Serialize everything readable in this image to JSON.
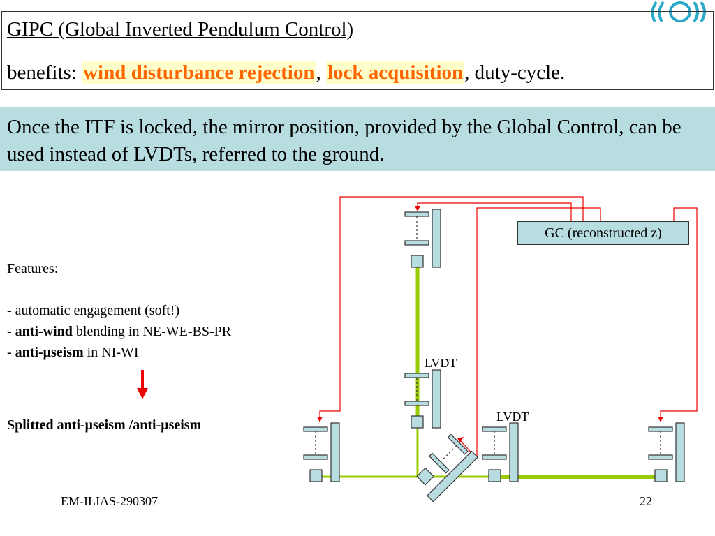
{
  "header": {
    "title": "GIPC (Global Inverted Pendulum Control)",
    "benefits_prefix": "benefits: ",
    "benefit_1": "wind disturbance rejection",
    "sep_1": ", ",
    "benefit_2": "lock acquisition",
    "sep_2": ", ",
    "benefit_3": "duty-cycle."
  },
  "note": "Once the ITF is locked, the mirror position, provided by the Global Control, can be used instead of LVDTs, referred to the ground.",
  "features": {
    "heading": "Features:",
    "item_1": "- automatic engagement (soft!)",
    "item_2_prefix": "- ",
    "item_2_bold": "anti-wind",
    "item_2_rest": " blending in NE-WE-BS-PR",
    "item_3_prefix": "- ",
    "item_3_bold": "anti-μseism",
    "item_3_rest": " in NI-WI"
  },
  "conclusion": "Splitted anti-μseism /anti-μseism",
  "diagram": {
    "gc_label": "GC (reconstructed z)",
    "lvdt_label_1": "LVDT",
    "lvdt_label_2": "LVDT",
    "colors": {
      "beam": "#99cc00",
      "signal": "#ee0000",
      "component": "#b8dde0",
      "outline": "#333333"
    }
  },
  "logo_text": "((O))",
  "footer": {
    "left": "EM-ILIAS-290307",
    "page": "22"
  }
}
